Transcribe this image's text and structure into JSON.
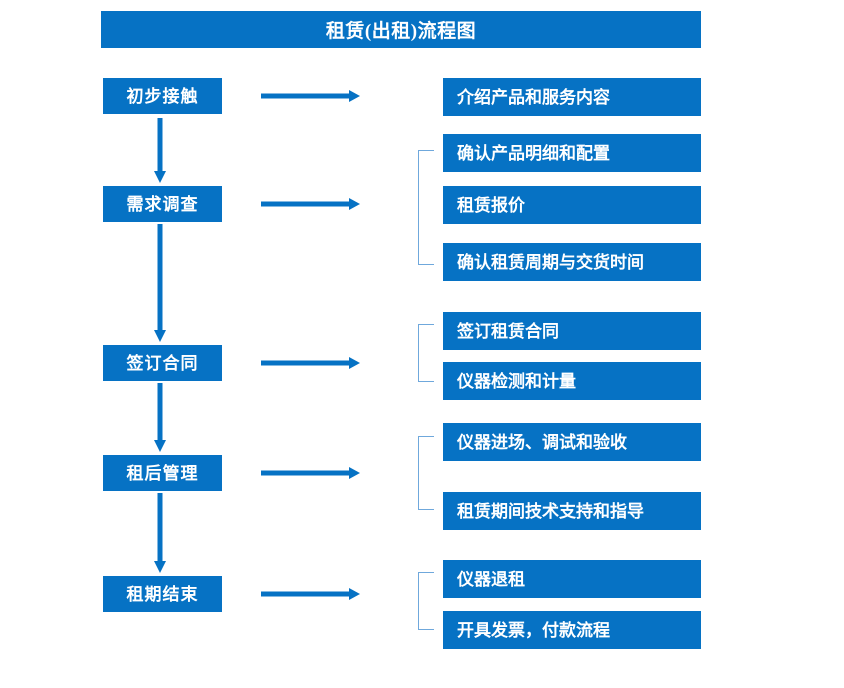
{
  "title": {
    "text": "租赁(出租)流程图"
  },
  "colors": {
    "box_blue": "#0672C4",
    "arrow_blue": "#0672C4",
    "bracket_blue": "#6FA8DC",
    "text_white": "#FFFFFF",
    "background": "#FFFFFF"
  },
  "stages": [
    {
      "label": "初步接触"
    },
    {
      "label": "需求调查"
    },
    {
      "label": "签订合同"
    },
    {
      "label": "租后管理"
    },
    {
      "label": "租期结束"
    }
  ],
  "details": [
    {
      "label": "介绍产品和服务内容"
    },
    {
      "label": "确认产品明细和配置"
    },
    {
      "label": "租赁报价"
    },
    {
      "label": "确认租赁周期与交货时间"
    },
    {
      "label": "签订租赁合同"
    },
    {
      "label": "仪器检测和计量"
    },
    {
      "label": "仪器进场、调试和验收"
    },
    {
      "label": "租赁期间技术支持和指导"
    },
    {
      "label": "仪器退租"
    },
    {
      "label": "开具发票，付款流程"
    }
  ],
  "groups": [
    {
      "stage": "需求调查",
      "details": [
        "确认产品明细和配置",
        "租赁报价",
        "确认租赁周期与交货时间"
      ]
    },
    {
      "stage": "签订合同",
      "details": [
        "签订租赁合同",
        "仪器检测和计量"
      ]
    },
    {
      "stage": "租后管理",
      "details": [
        "仪器进场、调试和验收",
        "租赁期间技术支持和指导"
      ]
    },
    {
      "stage": "租期结束",
      "details": [
        "仪器退租",
        "开具发票，付款流程"
      ]
    }
  ],
  "connectors": {
    "horizontal_arrow_count": 5,
    "vertical_arrow_count": 4
  }
}
